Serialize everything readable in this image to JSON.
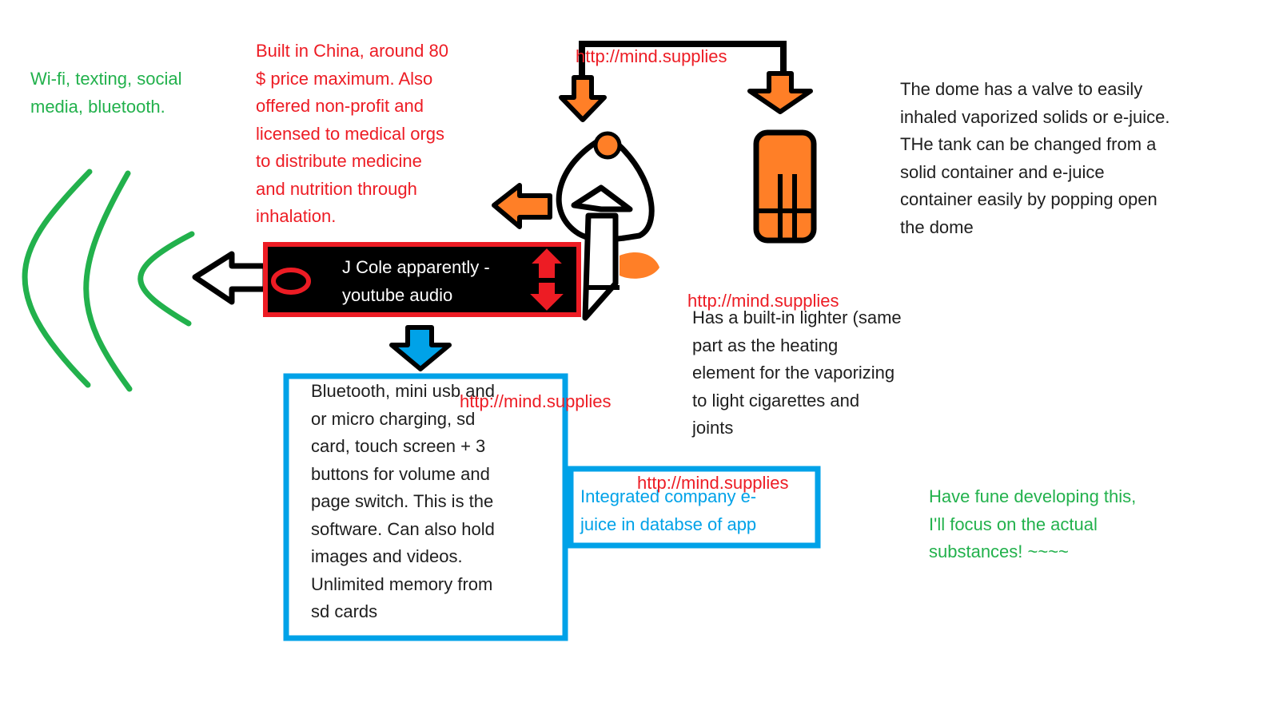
{
  "watermark_url": "http://mind.supplies",
  "notes": {
    "connectivity": [
      "Wi-fi, texting, social",
      "media, bluetooth."
    ],
    "pricing": [
      "Built in China, around 80",
      "$ price maximum. Also",
      "offered non-profit and",
      "licensed to medical orgs",
      "to distribute medicine",
      "and nutrition through",
      "inhalation."
    ],
    "dome": [
      "The dome has a valve to easily",
      "inhaled vaporized solids or e-juice.",
      "THe tank can be changed from a",
      "solid container and e-juice",
      "container easily by popping open",
      "the dome"
    ],
    "now_playing": [
      "J Cole apparently -",
      "youtube audio"
    ],
    "lighter": [
      "Has a built-in lighter (same",
      "part as the heating",
      "element for the vaporizing",
      "to light cigarettes and",
      "joints"
    ],
    "software": [
      "Bluetooth, mini usb and",
      "or micro charging, sd",
      "card, touch screen + 3",
      "buttons for volume and",
      "page switch. This is the",
      "software. Can also hold",
      "images and videos.",
      "Unlimited memory from",
      "sd cards"
    ],
    "ejuice": [
      "Integrated company e-",
      "juice in databse of app"
    ],
    "closing": [
      "Have fune developing this,",
      "I'll focus on the actual",
      "substances! ~~~~"
    ]
  },
  "colors": {
    "green": "#22b14c",
    "red": "#ed1c24",
    "blue": "#00a2e8",
    "orange": "#ff7f27",
    "black": "#000000"
  }
}
